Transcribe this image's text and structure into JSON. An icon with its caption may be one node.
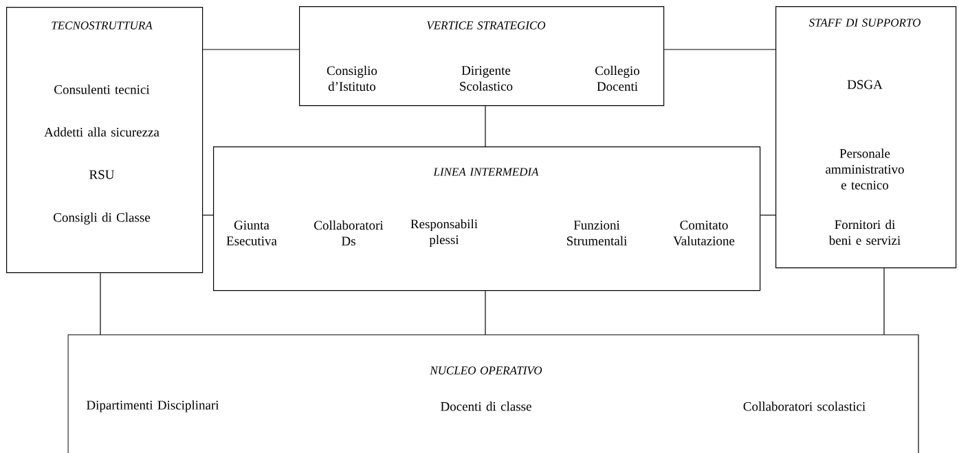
{
  "diagram": {
    "nodes": [
      {
        "text": [
          "TECNOSTRUTTURA",
          "Consulenti tecnici",
          "Addetti alla sicurezza",
          "RSU",
          "Consigli di Classe"
        ]
      },
      {
        "text": [
          "VERTICE STRATEGICO",
          "Consiglio d’Istituto",
          "Dirigente Scolastico",
          "Collegio Docenti"
        ]
      },
      {
        "text": [
          "STAFF DI SUPPORTO",
          "DSGA",
          "Personale amministrativo e tecnico",
          "Fornitori di beni e servizi"
        ]
      },
      {
        "text": [
          "LINEA INTERMEDIA",
          "Giunta Esecutiva",
          "Collaboratori Ds",
          "Responsabili plessi",
          "Funzioni Strumentali",
          "Comitato Valutazione"
        ]
      },
      {
        "text": [
          "NUCLEO OPERATIVO",
          "Dipartimenti Disciplinari",
          "Docenti di classe",
          "Collaboratori scolastici"
        ]
      }
    ],
    "edges": [
      {
        "from": 0,
        "to": 1,
        "arrow": "none"
      },
      {
        "from": 1,
        "to": 2,
        "arrow": "none"
      },
      {
        "from": 1,
        "to": 3,
        "arrow": "none"
      },
      {
        "from": 0,
        "to": 3,
        "arrow": "none"
      },
      {
        "from": 3,
        "to": 2,
        "arrow": "none"
      },
      {
        "from": 0,
        "to": 4,
        "arrow": "none"
      },
      {
        "from": 3,
        "to": 4,
        "arrow": "none"
      },
      {
        "from": 2,
        "to": 4,
        "arrow": "none"
      }
    ]
  }
}
